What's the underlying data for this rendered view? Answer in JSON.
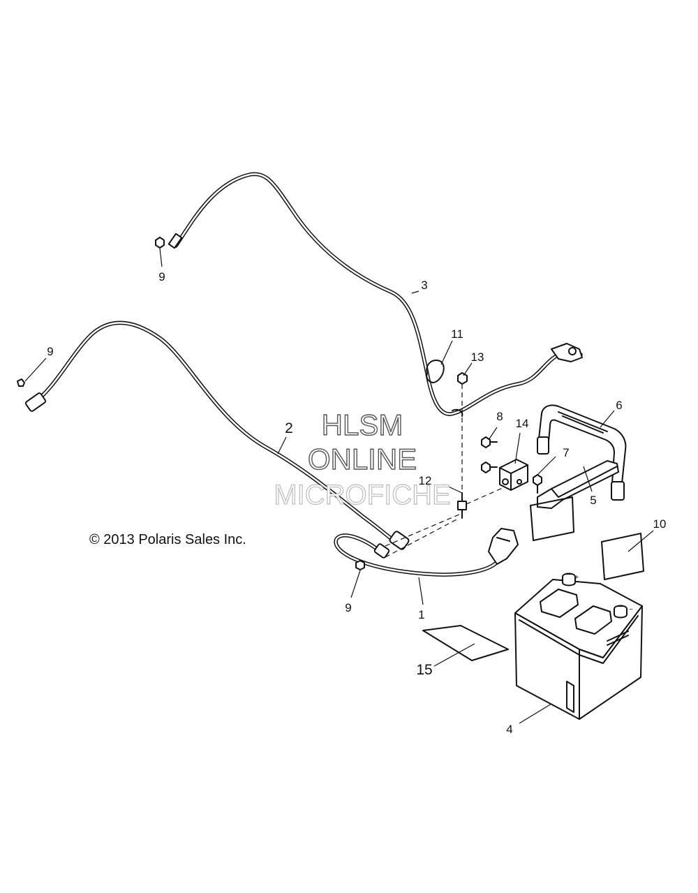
{
  "copyright": "© 2013 Polaris Sales Inc.",
  "watermark": {
    "line1": "HLSM",
    "line2": "ONLINE",
    "line3": "MICROFICHE"
  },
  "callouts": {
    "c1": "1",
    "c2": "2",
    "c3": "3",
    "c4": "4",
    "c5": "5",
    "c6": "6",
    "c7": "7",
    "c8": "8",
    "c9a": "9",
    "c9b": "9",
    "c9c": "9",
    "c10": "10",
    "c11": "11",
    "c12": "12",
    "c13": "13",
    "c14": "14",
    "c15": "15"
  }
}
